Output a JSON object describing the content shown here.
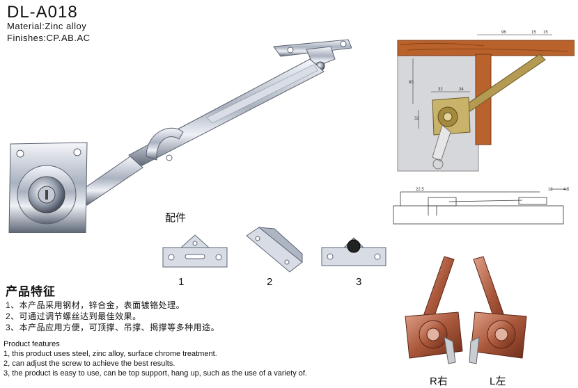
{
  "product": {
    "model": "DL-A018",
    "material": "Material:Zinc alloy",
    "finishes": "Finishes:CP.AB.AC"
  },
  "diagram": {
    "dims": [
      "96",
      "15",
      "15",
      "80",
      "32",
      "34",
      "32",
      "22.5",
      "12",
      "4.5"
    ]
  },
  "accessories": {
    "title": "配件",
    "items": [
      {
        "number": "1"
      },
      {
        "number": "2"
      },
      {
        "number": "3"
      }
    ]
  },
  "variants": {
    "right": "R右",
    "left": "L左"
  },
  "features_cn": {
    "title": "产品特征",
    "items": [
      "1、本产品采用钢材，锌合金，表面镀铬处理。",
      "2、可通过调节螺丝达到最佳效果。",
      "3、本产品应用方便，可顶撑、吊撑、揭撑等多种用途。"
    ]
  },
  "features_en": {
    "title": "Product features",
    "items": [
      "1, this product uses steel, zinc alloy, surface chrome treatment.",
      "2, can adjust the screw to achieve the best results.",
      "3, the product is easy to use, can be top support, hang up, such as the use of a variety of."
    ]
  },
  "colors": {
    "chrome_light": "#eef1f6",
    "chrome_mid": "#b7bfcc",
    "chrome_dark": "#5d6676",
    "wood": "#b9622b",
    "wood_dark": "#7a3a14",
    "brass": "#b49a52",
    "copper": "#a9573a",
    "panel_grey": "#d6d7da"
  }
}
